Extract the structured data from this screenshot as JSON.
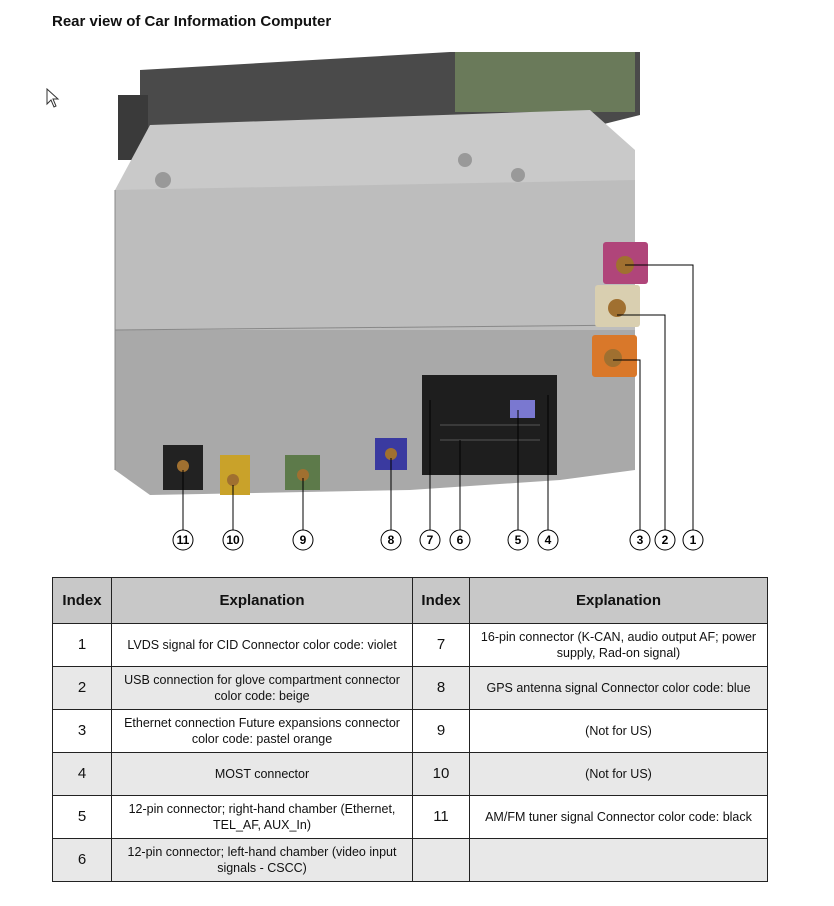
{
  "title": "Rear view of Car Information Computer",
  "callouts": [
    "11",
    "10",
    "9",
    "8",
    "7",
    "6",
    "5",
    "4",
    "3",
    "2",
    "1"
  ],
  "table": {
    "headers": [
      "Index",
      "Explanation",
      "Index",
      "Explanation"
    ],
    "rows": [
      {
        "i1": "1",
        "e1": "LVDS signal for CID Connector color code: violet",
        "i2": "7",
        "e2": "16-pin connector (K-CAN, audio output AF; power supply, Rad-on signal)"
      },
      {
        "i1": "2",
        "e1": "USB connection for glove compartment connector color code: beige",
        "i2": "8",
        "e2": "GPS antenna signal Connector color code: blue"
      },
      {
        "i1": "3",
        "e1": "Ethernet connection Future expansions connector color code: pastel orange",
        "i2": "9",
        "e2": "(Not for US)"
      },
      {
        "i1": "4",
        "e1": "MOST connector",
        "i2": "10",
        "e2": "(Not for US)"
      },
      {
        "i1": "5",
        "e1": "12-pin connector; right-hand chamber (Ethernet, TEL_AF, AUX_In)",
        "i2": "11",
        "e2": "AM/FM tuner signal Connector color code: black"
      },
      {
        "i1": "6",
        "e1": "12-pin connector; left-hand chamber (video input signals - CSCC)",
        "i2": "",
        "e2": ""
      }
    ]
  },
  "colors": {
    "violet": "#b0457a",
    "beige": "#d9cfb0",
    "orange": "#d9782a",
    "blue": "#3a3aa0",
    "yellow": "#c9a22a",
    "green": "#5d7a4a",
    "black": "#222222"
  }
}
